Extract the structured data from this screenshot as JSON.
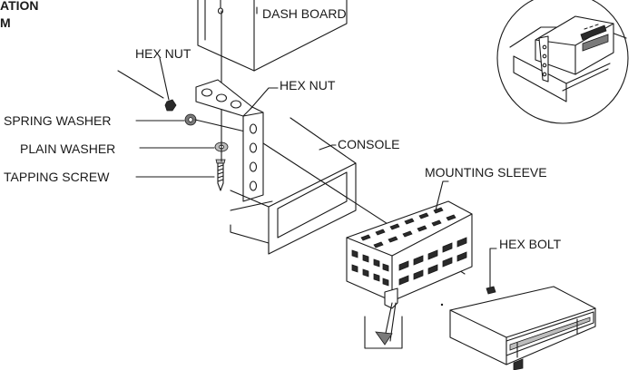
{
  "title": {
    "line1": "ATION",
    "line2": "M"
  },
  "labels": {
    "dash_board": "DASH BOARD",
    "hex_nut_top": "HEX NUT",
    "hex_nut_bracket": "HEX NUT",
    "spring_washer": "SPRING WASHER",
    "plain_washer": "PLAIN WASHER",
    "tapping_screw": "TAPPING SCREW",
    "console": "CONSOLE",
    "mounting_sleeve": "MOUNTING SLEEVE",
    "hex_bolt": "HEX BOLT"
  },
  "colors": {
    "line": "#1a1a1a",
    "background": "#ffffff"
  }
}
